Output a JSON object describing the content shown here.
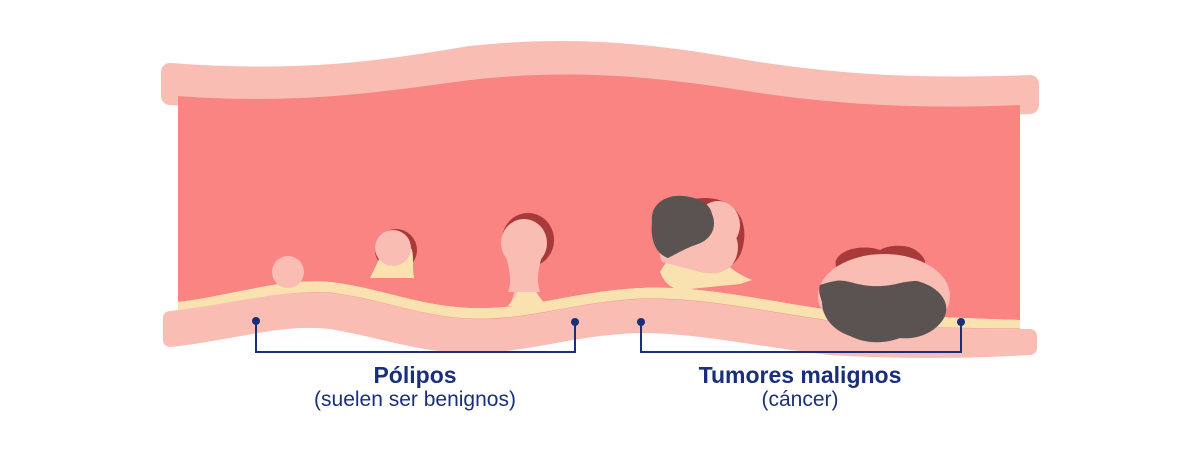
{
  "labels": {
    "polyps": {
      "title": "Pólipos",
      "subtitle": "(suelen ser benignos)"
    },
    "tumors": {
      "title": "Tumores malignos",
      "subtitle": "(cáncer)"
    }
  },
  "colors": {
    "wall_outer": "#f9bdb4",
    "lumen": "#f98482",
    "fat_layer": "#f9e2b0",
    "mucosa_line": "#f3938c",
    "polyp_shadow": "#a83a3a",
    "tumor_dark": "#5b5352",
    "bracket": "#1a2f7a"
  }
}
